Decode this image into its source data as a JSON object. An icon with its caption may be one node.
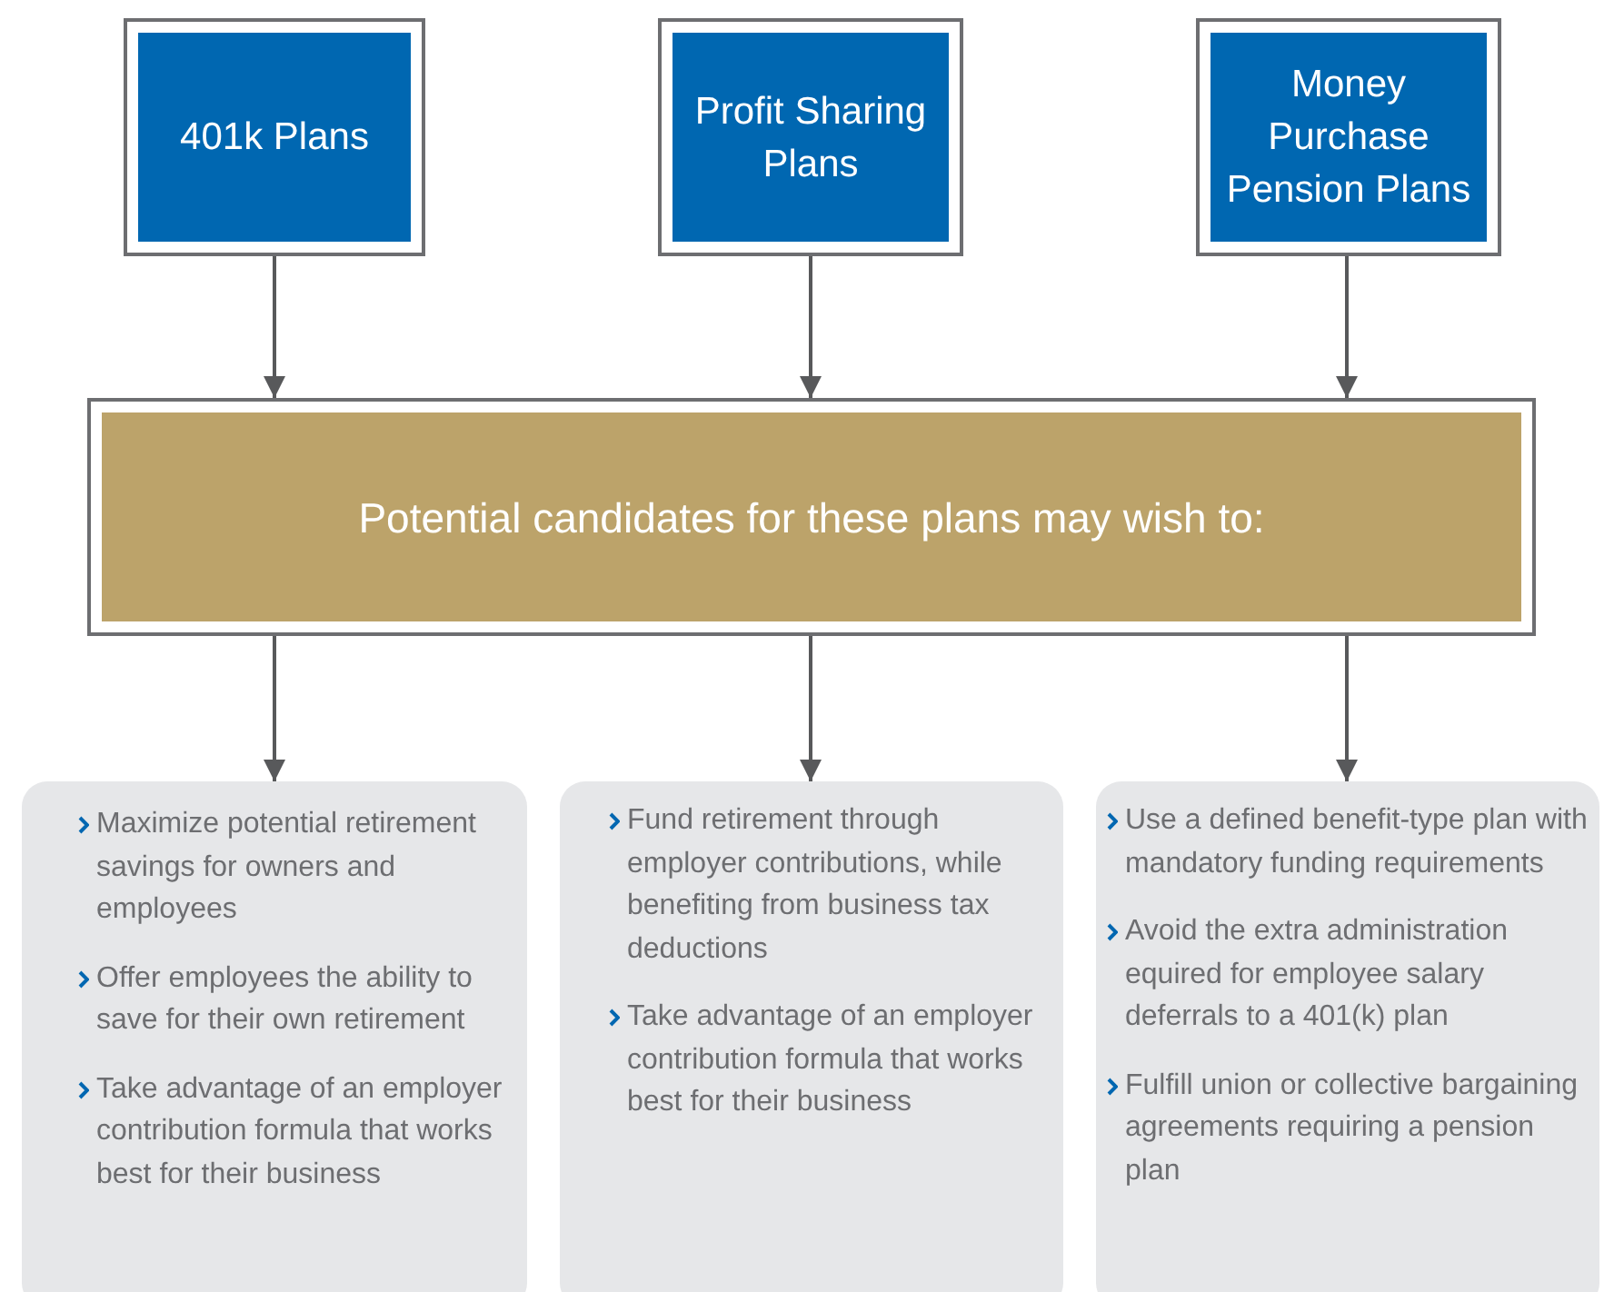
{
  "diagram": {
    "nodes": [
      {
        "text": [
          "401k Plans"
        ]
      },
      {
        "text": [
          "Profit Sharing Plans"
        ]
      },
      {
        "text": [
          "Money Purchase Pension Plans"
        ]
      },
      {
        "text": [
          "Potential candidates for these plans may wish to:"
        ]
      },
      {
        "text": [
          "Maximize potential retirement savings for owners and employees",
          "Offer employees the ability to save for their own retirement",
          "Take advantage of an employer contribution formula that works best for their business"
        ]
      },
      {
        "text": [
          "Fund retirement through employer contributions, while benefiting from business tax deductions",
          "Take advantage of an employer contribution formula that works best for their business"
        ]
      },
      {
        "text": [
          "Use a defined benefit-type plan with mandatory funding requirements",
          "Avoid the extra administration equired for employee salary deferrals to a 401(k) plan",
          "Fulfill union or collective bargaining agreements requiring a pension plan"
        ]
      }
    ],
    "edges": [
      {
        "from": 0,
        "to": 3,
        "arrow": "to"
      },
      {
        "from": 1,
        "to": 3,
        "arrow": "to"
      },
      {
        "from": 2,
        "to": 3,
        "arrow": "to"
      },
      {
        "from": 3,
        "to": 4,
        "arrow": "to"
      },
      {
        "from": 3,
        "to": 5,
        "arrow": "to"
      },
      {
        "from": 3,
        "to": 6,
        "arrow": "to"
      }
    ]
  }
}
